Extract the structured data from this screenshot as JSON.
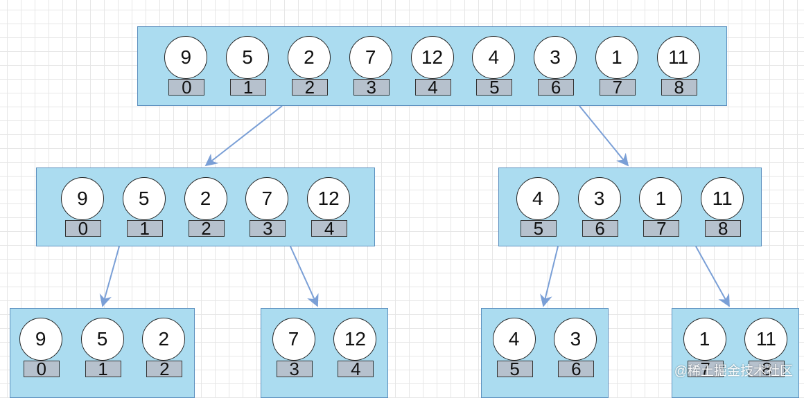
{
  "diagram": {
    "colors": {
      "box_fill": "#abdcf0",
      "box_border": "#5b8fbe",
      "arrow": "#7a9fd6",
      "index_fill": "#b6c1cd"
    },
    "levels": [
      [
        {
          "id": "root",
          "items": [
            {
              "value": "9",
              "index": "0"
            },
            {
              "value": "5",
              "index": "1"
            },
            {
              "value": "2",
              "index": "2"
            },
            {
              "value": "7",
              "index": "3"
            },
            {
              "value": "12",
              "index": "4"
            },
            {
              "value": "4",
              "index": "5"
            },
            {
              "value": "3",
              "index": "6"
            },
            {
              "value": "1",
              "index": "7"
            },
            {
              "value": "11",
              "index": "8"
            }
          ]
        }
      ],
      [
        {
          "id": "left",
          "items": [
            {
              "value": "9",
              "index": "0"
            },
            {
              "value": "5",
              "index": "1"
            },
            {
              "value": "2",
              "index": "2"
            },
            {
              "value": "7",
              "index": "3"
            },
            {
              "value": "12",
              "index": "4"
            }
          ]
        },
        {
          "id": "right",
          "items": [
            {
              "value": "4",
              "index": "5"
            },
            {
              "value": "3",
              "index": "6"
            },
            {
              "value": "1",
              "index": "7"
            },
            {
              "value": "11",
              "index": "8"
            }
          ]
        }
      ],
      [
        {
          "id": "ll",
          "items": [
            {
              "value": "9",
              "index": "0"
            },
            {
              "value": "5",
              "index": "1"
            },
            {
              "value": "2",
              "index": "2"
            }
          ]
        },
        {
          "id": "lr",
          "items": [
            {
              "value": "7",
              "index": "3"
            },
            {
              "value": "12",
              "index": "4"
            }
          ]
        },
        {
          "id": "rl",
          "items": [
            {
              "value": "4",
              "index": "5"
            },
            {
              "value": "3",
              "index": "6"
            }
          ]
        },
        {
          "id": "rr",
          "items": [
            {
              "value": "1",
              "index": "7"
            },
            {
              "value": "11",
              "index": "8"
            }
          ]
        }
      ]
    ],
    "edges": [
      {
        "from": "root",
        "to": "left"
      },
      {
        "from": "root",
        "to": "right"
      },
      {
        "from": "left",
        "to": "ll"
      },
      {
        "from": "left",
        "to": "lr"
      },
      {
        "from": "right",
        "to": "rl"
      },
      {
        "from": "right",
        "to": "rr"
      }
    ]
  },
  "watermark": "@稀土掘金技术社区"
}
